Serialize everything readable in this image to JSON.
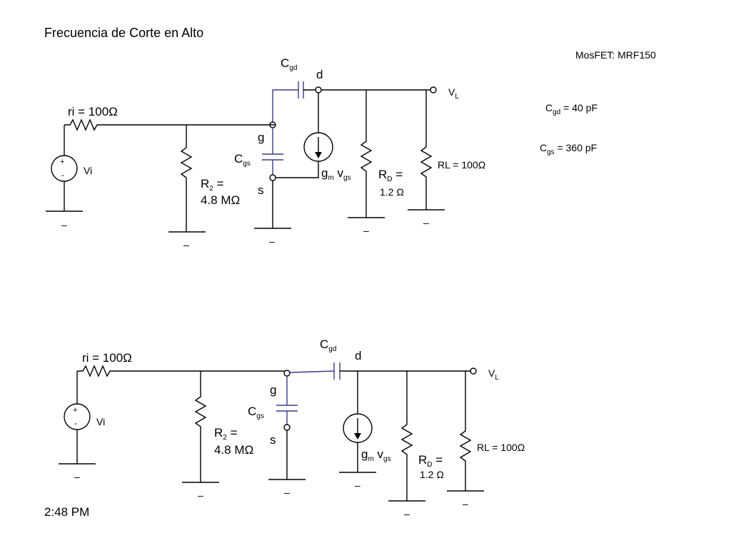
{
  "title": "Frecuencia de Corte en Alto",
  "clock": "2:48 PM",
  "device": {
    "label": "MosFET: MRF150",
    "cgd_value": {
      "main": "C",
      "sub": "gd",
      "rest": " = 40 pF"
    },
    "cgs_value": {
      "main": "C",
      "sub": "gs",
      "rest": " = 360 pF"
    }
  },
  "circuit": {
    "ri": "ri = 100Ω",
    "vi": "Vi",
    "plus": "+",
    "minus": "-",
    "r2_line1": {
      "main": "R",
      "sub": "2",
      "rest": " ="
    },
    "r2_line2": "4.8 MΩ",
    "cgd": {
      "main": "C",
      "sub": "gd"
    },
    "cgs": {
      "main": "C",
      "sub": "gs"
    },
    "drain": "d",
    "gate": "g",
    "source": "s",
    "gm_vgs": {
      "a": "g",
      "a_sub": "m",
      "b": " v",
      "b_sub": "gs"
    },
    "rd_line1": {
      "main": "R",
      "sub": "D",
      "rest": " ="
    },
    "rd_line2": "1.2 Ω",
    "vl": {
      "main": "V",
      "sub": "L"
    },
    "rl": "RL = 100Ω",
    "ground_mark": "–"
  }
}
